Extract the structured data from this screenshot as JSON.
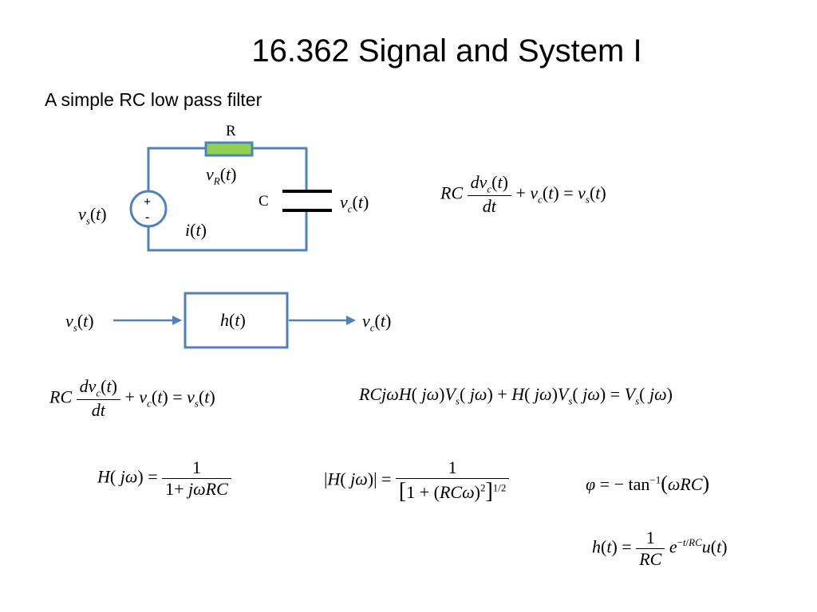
{
  "slide": {
    "title": "16.362 Signal and System I",
    "subtitle": "A simple RC low pass filter"
  },
  "circuit": {
    "resistor_label": "R",
    "capacitor_label": "C",
    "source_plus": "+",
    "source_minus": "-",
    "vR": "v_R(t)",
    "vs": "v_s(t)",
    "vc": "v_c(t)",
    "current": "i(t)",
    "resistor_color": "#92d050",
    "wire_color": "#4f81bd"
  },
  "block_diagram": {
    "input": "v_s(t)",
    "block": "h(t)",
    "output": "v_c(t)"
  },
  "equations": {
    "ode_top": "RC dv_c(t)/dt + v_c(t) = v_s(t)",
    "ode_left": "RC dv_c(t)/dt + v_c(t) = v_s(t)",
    "fourier": "RCjωH(jω)V_s(jω) + H(jω)V_s(jω) = V_s(jω)",
    "transfer": "H(jω) = 1 / (1 + jωRC)",
    "magnitude": "|H(jω)| = 1 / [1 + (RCω)^2]^(1/2)",
    "phase": "φ = − tan^−1(ωRC)",
    "impulse": "h(t) = 1/RC e^(−t/RC) u(t)"
  }
}
